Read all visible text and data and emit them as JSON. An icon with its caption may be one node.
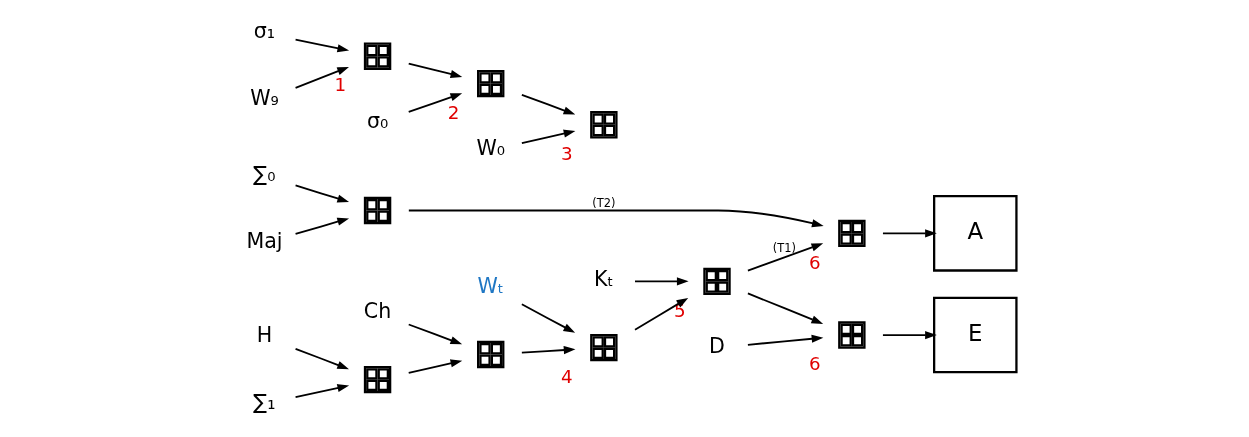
{
  "diagram": {
    "nodes": [
      {
        "text": [
          "H"
        ]
      },
      {
        "text": [],
        "shape": "box"
      },
      {
        "text": [],
        "shape": "box"
      },
      {
        "text": [],
        "shape": "box",
        "beside": [
          "4"
        ]
      },
      {
        "text": [],
        "shape": "box",
        "beside": [
          "5"
        ]
      },
      {
        "text": [],
        "shape": "box",
        "beside": [
          "6"
        ]
      },
      {
        "text": [
          "A"
        ]
      },
      {
        "text": [
          "∑₁"
        ]
      },
      {
        "text": [
          "Ch"
        ]
      },
      {
        "text": [
          "Wₜ"
        ]
      },
      {
        "text": [
          "Kₜ"
        ]
      },
      {
        "text": [
          "∑₀"
        ]
      },
      {
        "text": [],
        "shape": "box"
      },
      {
        "text": [
          "Maj"
        ]
      },
      {
        "text": [],
        "shape": "box",
        "beside": [
          "6"
        ]
      },
      {
        "text": [
          "E"
        ]
      },
      {
        "text": [
          "D"
        ]
      },
      {
        "text": [
          "σ₁"
        ]
      },
      {
        "text": [],
        "shape": "box",
        "beside": [
          "1"
        ]
      },
      {
        "text": [],
        "shape": "box",
        "beside": [
          "2"
        ]
      },
      {
        "text": [],
        "shape": "box",
        "beside": [
          "3"
        ]
      },
      {
        "text": [
          "W₉"
        ]
      },
      {
        "text": [
          "σ₀"
        ]
      },
      {
        "text": [
          "W₀"
        ]
      }
    ],
    "edges": [
      {
        "from": 0,
        "to": 1,
        "arrow": "to"
      },
      {
        "from": 7,
        "to": 1,
        "arrow": "to"
      },
      {
        "from": 1,
        "to": 2,
        "arrow": "to"
      },
      {
        "from": 8,
        "to": 2,
        "arrow": "to"
      },
      {
        "from": 2,
        "to": 3,
        "arrow": "to"
      },
      {
        "from": 9,
        "to": 3,
        "arrow": "to"
      },
      {
        "from": 3,
        "to": 4,
        "arrow": "to"
      },
      {
        "from": 10,
        "to": 4,
        "arrow": "to"
      },
      {
        "from": 4,
        "to": 5,
        "arrow": "to",
        "label": "(T1)"
      },
      {
        "from": 4,
        "to": 14,
        "arrow": "to"
      },
      {
        "from": 11,
        "to": 12,
        "arrow": "to"
      },
      {
        "from": 13,
        "to": 12,
        "arrow": "to"
      },
      {
        "from": 12,
        "to": 5,
        "arrow": "to",
        "label": "(T2)"
      },
      {
        "from": 16,
        "to": 14,
        "arrow": "to"
      },
      {
        "from": 5,
        "to": 6,
        "arrow": "to"
      },
      {
        "from": 14,
        "to": 15,
        "arrow": "to"
      },
      {
        "from": 17,
        "to": 18,
        "arrow": "to"
      },
      {
        "from": 21,
        "to": 18,
        "arrow": "to"
      },
      {
        "from": 18,
        "to": 19,
        "arrow": "to"
      },
      {
        "from": 22,
        "to": 19,
        "arrow": "to"
      },
      {
        "from": 19,
        "to": 20,
        "arrow": "to"
      },
      {
        "from": 23,
        "to": 20,
        "arrow": "to"
      }
    ]
  }
}
